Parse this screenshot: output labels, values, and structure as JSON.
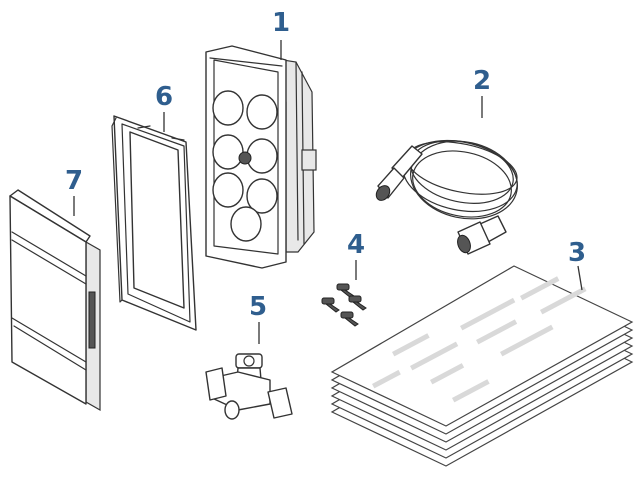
{
  "figure": {
    "accent_color": "#2f5e8e",
    "line_color": "#333333",
    "callouts": [
      {
        "label": "1",
        "part": "mounting-unit"
      },
      {
        "label": "2",
        "part": "cable"
      },
      {
        "label": "3",
        "part": "documentation"
      },
      {
        "label": "4",
        "part": "screws"
      },
      {
        "label": "5",
        "part": "t-connector"
      },
      {
        "label": "6",
        "part": "gasket-frame"
      },
      {
        "label": "7",
        "part": "sun-cover"
      }
    ]
  }
}
